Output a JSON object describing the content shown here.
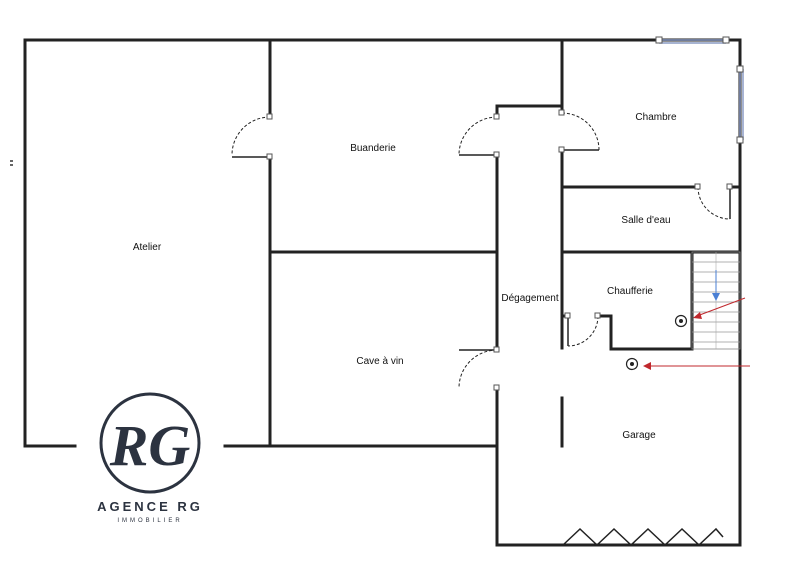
{
  "rooms": {
    "atelier": "Atelier",
    "buanderie": "Buanderie",
    "chambre": "Chambre",
    "salle_deau": "Salle d'eau",
    "chaufferie": "Chaufferie",
    "degagement": "Dégagement",
    "cave_a_vin": "Cave à vin",
    "garage": "Garage"
  },
  "brand": {
    "monogram": "RG",
    "name": "AGENCE RG",
    "subtitle": "IMMOBILIER"
  },
  "colors": {
    "wall": "#222222",
    "window": "#8a9bc4",
    "arrow_red": "#c0282d",
    "arrow_blue": "#4a7fd4",
    "logo": "#2c3340"
  },
  "icons": [
    "stairs-icon",
    "boiler-icon",
    "red-arrow-icon",
    "blue-arrow-icon",
    "door-swing-icon",
    "window-icon",
    "logo-icon"
  ]
}
